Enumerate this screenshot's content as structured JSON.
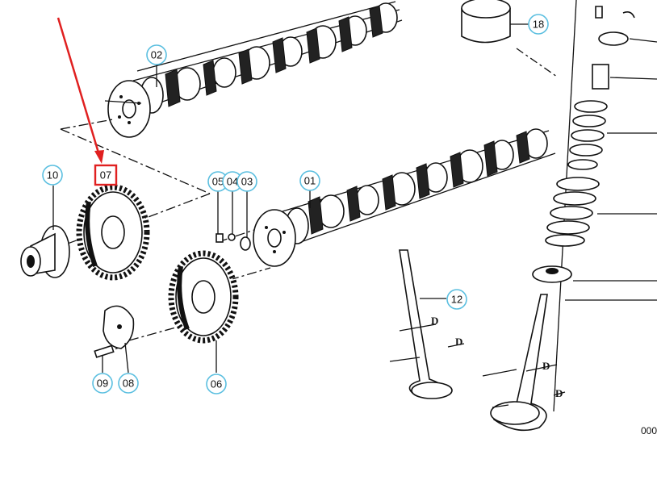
{
  "diagram": {
    "top_banner_text": "",
    "corner_ref": "000",
    "highlighted_callout": "07",
    "dimension_label": "D",
    "callouts": [
      {
        "id": "02",
        "label": "02"
      },
      {
        "id": "18",
        "label": "18"
      },
      {
        "id": "10",
        "label": "10"
      },
      {
        "id": "07",
        "label": "07"
      },
      {
        "id": "05",
        "label": "05"
      },
      {
        "id": "04",
        "label": "04"
      },
      {
        "id": "03",
        "label": "03"
      },
      {
        "id": "01",
        "label": "01"
      },
      {
        "id": "12",
        "label": "12"
      },
      {
        "id": "09",
        "label": "09"
      },
      {
        "id": "08",
        "label": "08"
      },
      {
        "id": "06",
        "label": "06"
      }
    ],
    "colors": {
      "callout_ring": "#5bbfe0",
      "highlight_box": "#e02020",
      "arrow": "#e02020",
      "ink": "#111111"
    }
  }
}
